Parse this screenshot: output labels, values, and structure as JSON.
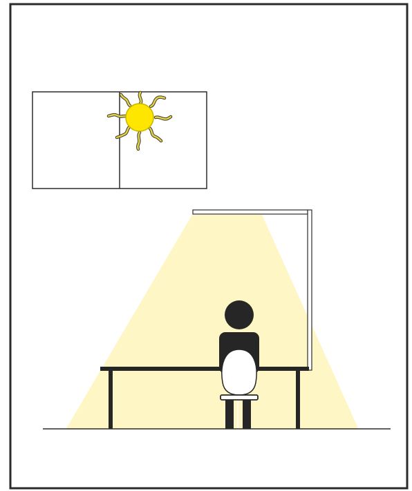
{
  "scene": {
    "kind": "office illustration",
    "elements": [
      "window",
      "sun",
      "floor-lamp",
      "light-cone",
      "desk",
      "person",
      "chair",
      "floor"
    ]
  },
  "colors": {
    "background": "#ffffff",
    "frame": "#2b2b2b",
    "sun_fill": "#ffe600",
    "sun_stroke": "#c9b200",
    "ray_fill": "#e6d24a",
    "ray_stroke": "#3a3a2a",
    "light_cone": "#fff6c2",
    "figure": "#262626",
    "chair_back": "#ffffff"
  },
  "icons": {
    "sun": "sun-icon",
    "lamp": "floor-lamp-icon",
    "person": "person-seated-icon"
  }
}
